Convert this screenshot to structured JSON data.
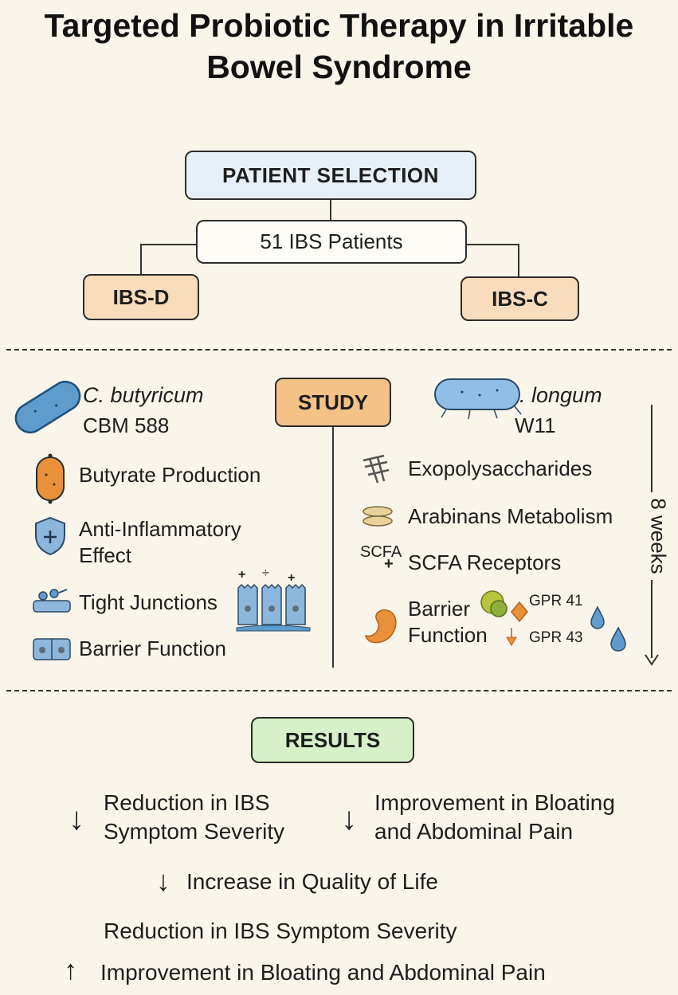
{
  "title": {
    "line1": "Targeted Probiotic Therapy in Irritable",
    "line2": "Bowel Syndrome"
  },
  "flow": {
    "patient_selection": "PATIENT SELECTION",
    "patients": "51 IBS Patients",
    "group_d": "IBS-D",
    "group_c": "IBS-C"
  },
  "study": {
    "label": "STUDY",
    "duration": "8 weeks",
    "left": {
      "strain_name": "C. butyricum",
      "strain_id": "CBM 588",
      "items": [
        "Butyrate Production",
        "Anti-Inflammatory",
        "Effect",
        "Tight Junctions",
        "Barrier Function"
      ]
    },
    "right": {
      "strain_name": ". longum",
      "strain_id": "W11",
      "items": [
        "Exopolysaccharides",
        "Arabinans Metabolism",
        "SCFA Receptors",
        "Barrier",
        "Function"
      ],
      "scfa_icon_text": "SCFA",
      "receptors": [
        "GPR 41",
        "GPR 43"
      ]
    }
  },
  "results": {
    "label": "RESULTS",
    "r1": [
      "Reduction in IBS",
      "Symptom Severity"
    ],
    "r2": [
      "Improvement in Bloating",
      "and Abdominal Pain"
    ],
    "r3": "Increase in Quality of Life",
    "r4": "Reduction in IBS Symptom Severity",
    "r5": "Improvement in Bloating and Abdominal Pain"
  },
  "arrows": {
    "down": "↓",
    "up": "↑"
  },
  "colors": {
    "background": "#f9f5ea",
    "patient_selection": "#e6f0f6",
    "group_box": "#f8dcbc",
    "study_box": "#f4c187",
    "results_box": "#d7f0c9",
    "bacteria_blue": "#5d9ccc",
    "orange": "#e9913a"
  }
}
